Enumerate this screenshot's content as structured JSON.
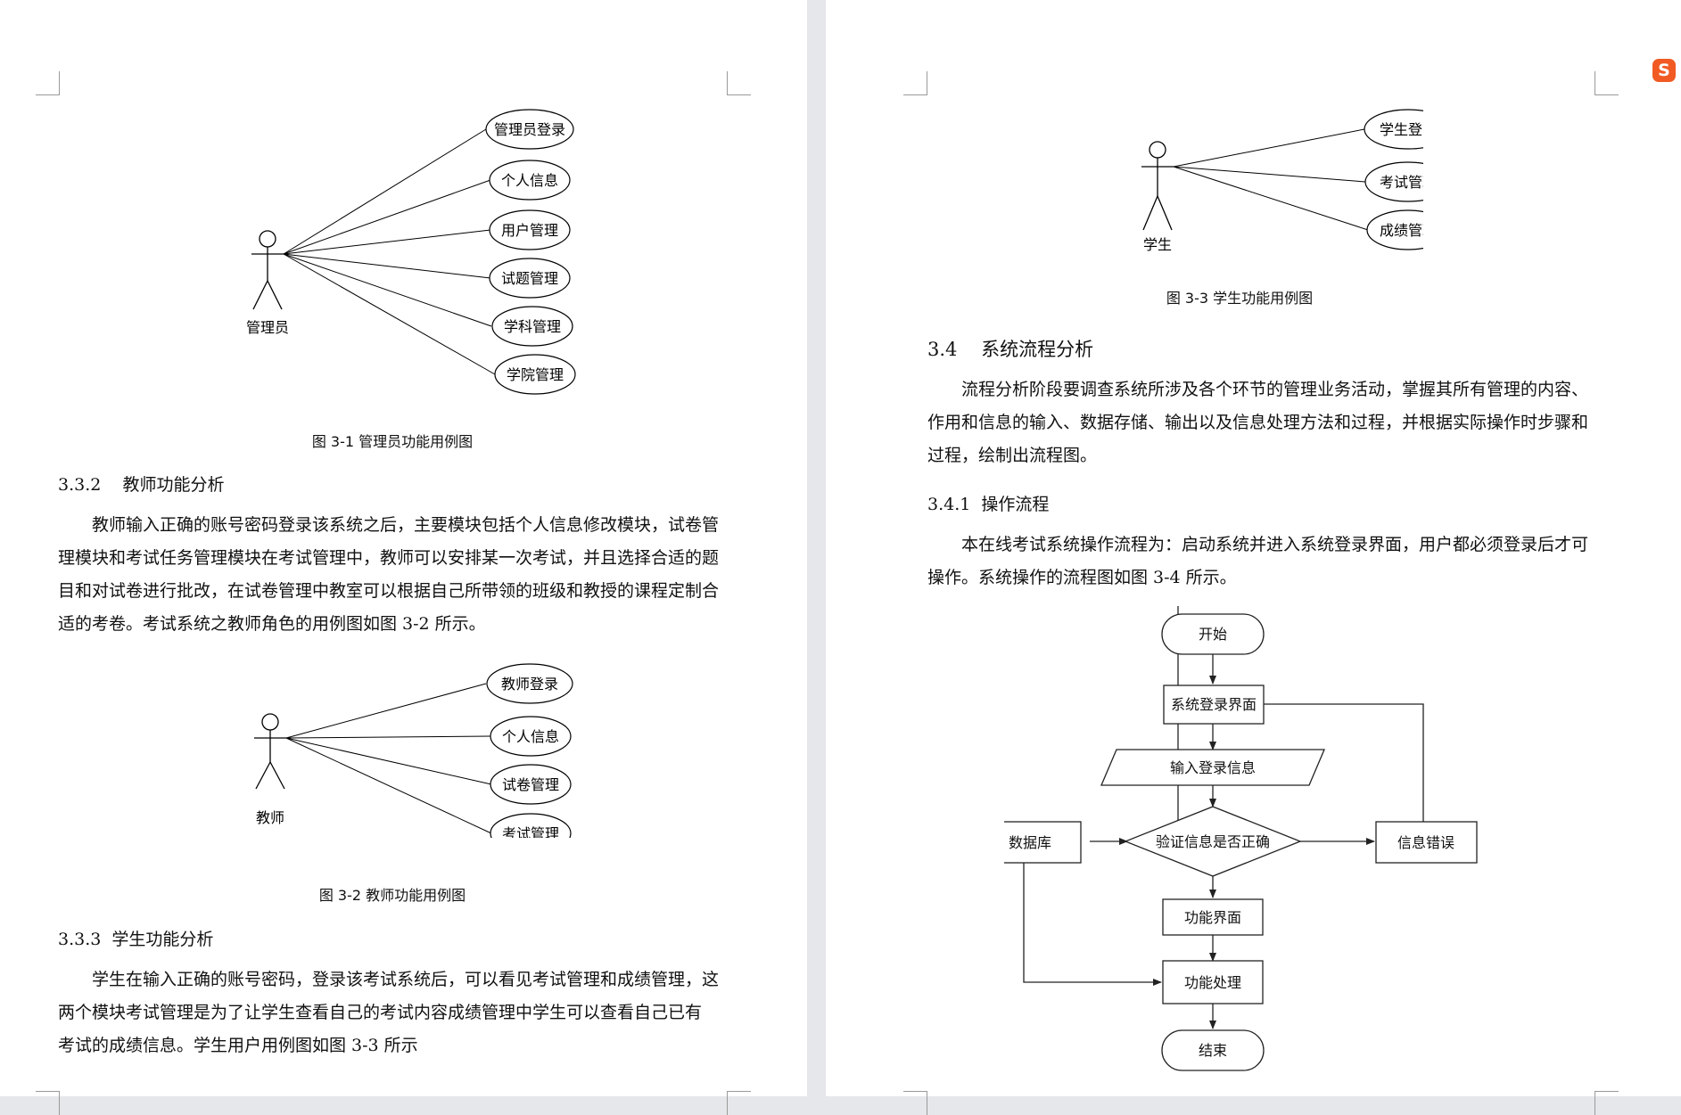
{
  "left_page": {
    "fig31": {
      "actor": "管理员",
      "use_cases": [
        "管理员登录",
        "个人信息",
        "用户管理",
        "试题管理",
        "学科管理",
        "学院管理"
      ],
      "caption": "图 3-1  管理员功能用例图"
    },
    "sec332": {
      "heading": "3.3.2    教师功能分析",
      "lines": [
        "教师输入正确的账号密码登录该系统之后，主要模块包括个人信息修改模块，试卷管",
        "理模块和考试任务管理模块在考试管理中，教师可以安排某一次考试，并且选择合适的题",
        "目和对试卷进行批改，在试卷管理中教室可以根据自己所带领的班级和教授的课程定制合",
        "适的考卷。考试系统之教师角色的用例图如图 3-2 所示。"
      ]
    },
    "fig32": {
      "actor": "教师",
      "use_cases": [
        "教师登录",
        "个人信息",
        "试卷管理",
        "考试管理"
      ],
      "caption": "图 3-2  教师功能用例图"
    },
    "sec333": {
      "heading": "3.3.3  学生功能分析",
      "lines": [
        "学生在输入正确的账号密码，登录该考试系统后，可以看见考试管理和成绩管理，这",
        "两个模块考试管理是为了让学生查看自己的考试内容成绩管理中学生可以查看自己已有",
        "考试的成绩信息。学生用户用例图如图 3-3 所示"
      ]
    }
  },
  "right_page": {
    "fig33": {
      "actor": "学生",
      "use_cases": [
        "学生登录",
        "考试管理",
        "成绩管理"
      ],
      "caption": "图 3-3 学生功能用例图"
    },
    "sec34": {
      "heading": "3.4    系统流程分析",
      "lines": [
        "流程分析阶段要调查系统所涉及各个环节的管理业务活动，掌握其所有管理的内容、",
        "作用和信息的输入、数据存储、输出以及信息处理方法和过程，并根据实际操作时步骤和",
        "过程，绘制出流程图。"
      ]
    },
    "sec341": {
      "heading": "3.4.1  操作流程",
      "lines": [
        "本在线考试系统操作流程为：启动系统并进入系统登录界面，用户都必须登录后才可",
        "操作。系统操作的流程图如图 3-4 所示。"
      ]
    },
    "flowchart": {
      "start": "开始",
      "login_screen": "系统登录界面",
      "input_login": "输入登录信息",
      "verify": "验证信息是否正确",
      "database": "数据库",
      "error": "信息错误",
      "function_screen": "功能界面",
      "function_process": "功能处理",
      "end": "结束"
    }
  },
  "ime_icon": {
    "label": "S",
    "color": "#f15a22"
  }
}
